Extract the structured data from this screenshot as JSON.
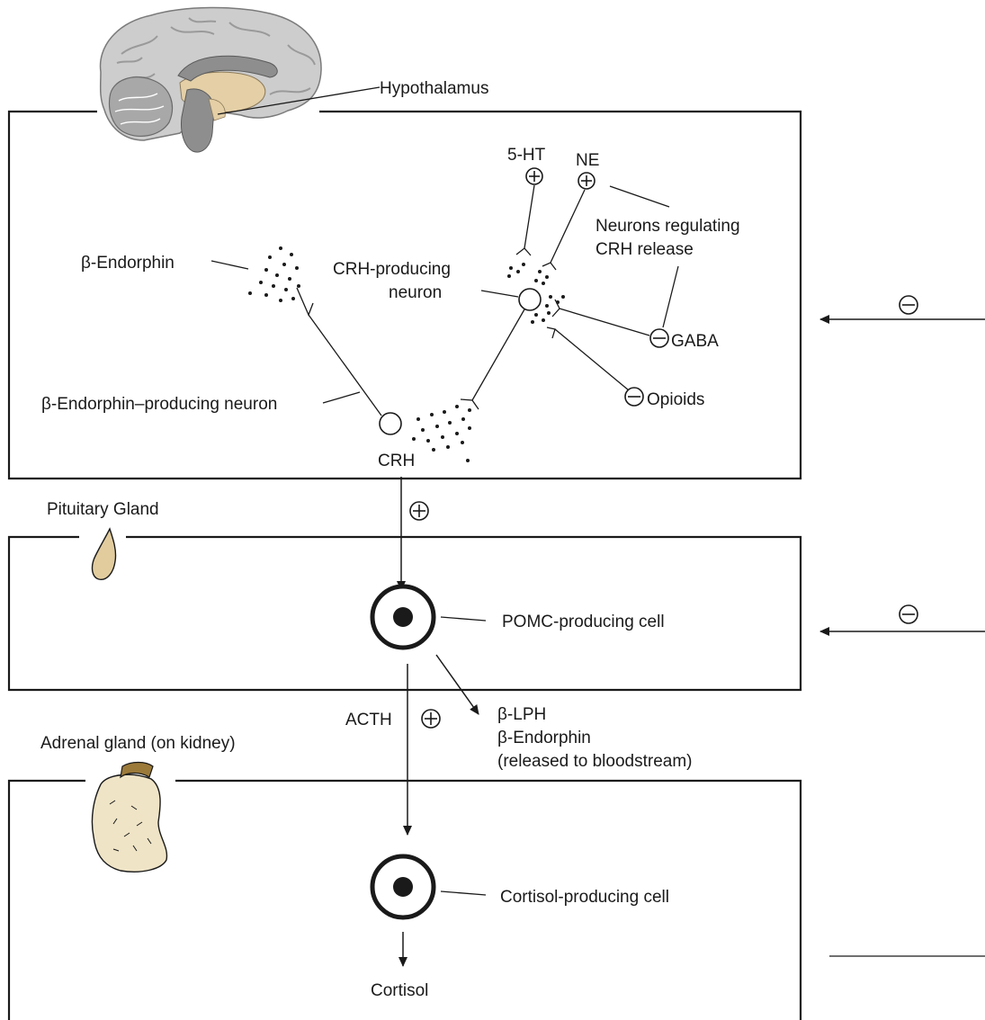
{
  "labels": {
    "hypothalamus": "Hypothalamus",
    "five_ht": "5-HT",
    "ne": "NE",
    "neurons_regulating_1": "Neurons regulating",
    "neurons_regulating_2": "CRH release",
    "beta_endorphin": "β-Endorphin",
    "crh_neuron_1": "CRH-producing",
    "crh_neuron_2": "neuron",
    "gaba": "GABA",
    "opioids": "Opioids",
    "be_neuron": "β-Endorphin–producing neuron",
    "crh": "CRH",
    "pituitary": "Pituitary Gland",
    "pomc": "POMC-producing cell",
    "acth": "ACTH",
    "lph": "β-LPH",
    "be2": "β-Endorphin",
    "released": "(released to bloodstream)",
    "adrenal": "Adrenal gland (on kidney)",
    "cortisol_cell": "Cortisol-producing cell",
    "cortisol": "Cortisol"
  },
  "colors": {
    "brain_gray": "#c9c9c9",
    "brain_tan": "#e4cfa6",
    "gland_tan": "#e2cc9e",
    "adrenal_cap": "#9b7a3a",
    "ink": "#1a1a1a"
  },
  "icons": [
    "brain-illustration",
    "pituitary-gland-illustration",
    "adrenal-gland-illustration"
  ]
}
